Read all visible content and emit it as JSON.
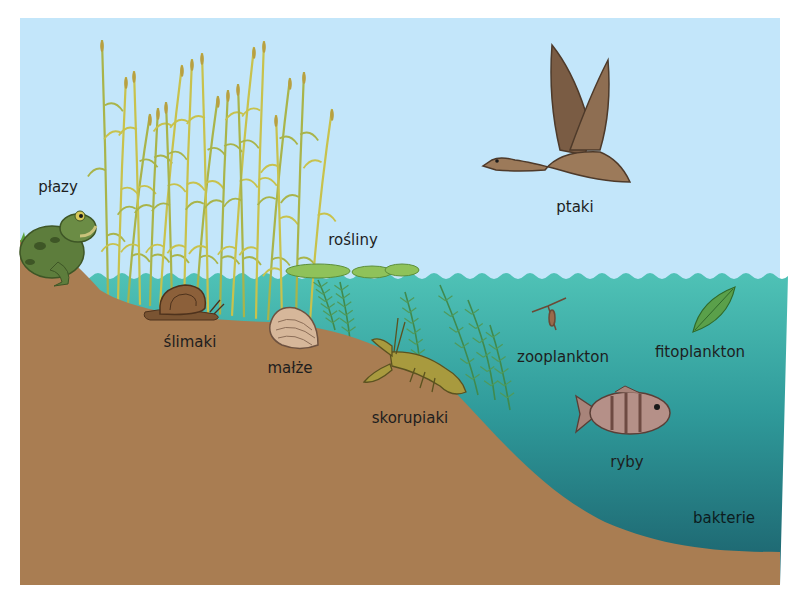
{
  "diagram": {
    "labels": [
      "płazy",
      "ślimaki",
      "małże",
      "rośliny",
      "skorupiaki",
      "ptaki",
      "zooplankton",
      "fitoplankton",
      "ryby",
      "bakterie"
    ]
  }
}
